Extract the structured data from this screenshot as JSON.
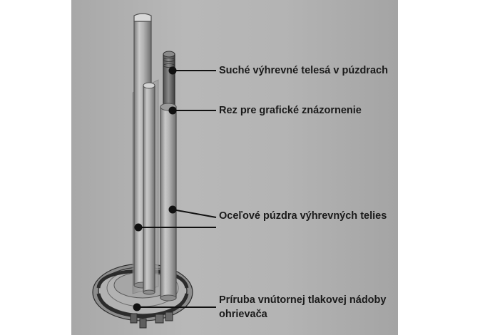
{
  "callouts": {
    "dry_heating_elements": "Suché výhrevné telesá v púzdrach",
    "cutaway_section": "Rez pre grafické znázornenie",
    "steel_sheaths": "Oceľové púzdra výhrevných telies",
    "flange_line1": "Príruba vnútornej tlakovej nádoby",
    "flange_line2": "ohrievača"
  },
  "colors": {
    "panel_background": "#b4b4b4",
    "leader_line": "#111111",
    "label_text": "#1a1a1a"
  }
}
